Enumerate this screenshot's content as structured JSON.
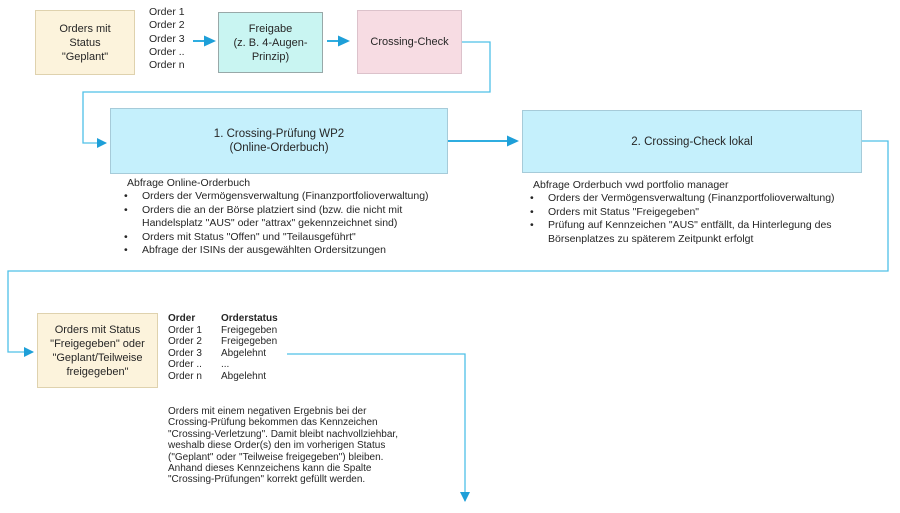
{
  "colors": {
    "accent_cyan_line": "#4FC0E8",
    "accent_cyan_arrow": "#1E9FD8",
    "box_beige_fill": "#FCF3DC",
    "box_cyan_fill": "#C9F5F2",
    "box_pink_fill": "#F7DCE3",
    "box_blue_fill": "#C5F0FC",
    "text": "#262626"
  },
  "top_row": {
    "planned_box": "Orders mit\nStatus\n\"Geplant\"",
    "order_list": "Order 1\nOrder 2\nOrder 3\nOrder ..\nOrder n",
    "approval_box": "Freigabe\n(z. B. 4-Augen-\nPrinzip)",
    "crossing_check_box": "Crossing-Check"
  },
  "stage1": {
    "title": "1. Crossing-Prüfung WP2\n(Online-Orderbuch)",
    "detail_heading": "Abfrage Online-Orderbuch",
    "bullets": [
      "Orders der Vermögensverwaltung (Finanzportfolioverwaltung)",
      "Orders die an der Börse platziert sind (bzw. die nicht mit\nHandelsplatz \"AUS\" oder \"attrax\" gekennzeichnet sind)",
      "Orders mit Status \"Offen\" und \"Teilausgeführt\"",
      "Abfrage der ISINs der ausgewählten Ordersitzungen"
    ]
  },
  "stage2": {
    "title": "2. Crossing-Check lokal",
    "detail_heading": "Abfrage Orderbuch vwd portfolio manager",
    "bullets": [
      "Orders der Vermögensverwaltung (Finanzportfolioverwaltung)",
      "Orders mit Status \"Freigegeben\"",
      "Prüfung auf Kennzeichen \"AUS\" entfällt, da Hinterlegung des\nBörsenplatzes zu späterem Zeitpunkt erfolgt"
    ]
  },
  "result": {
    "status_box": "Orders mit Status\n\"Freigegeben\" oder\n\"Geplant/Teilweise\nfreigegeben\"",
    "table": {
      "headers": [
        "Order",
        "Orderstatus"
      ],
      "rows": [
        [
          "Order 1",
          "Freigegeben"
        ],
        [
          "Order 2",
          "Freigegeben"
        ],
        [
          "Order 3",
          "Abgelehnt"
        ],
        [
          "Order ..",
          "..."
        ],
        [
          "Order n",
          "Abgelehnt"
        ]
      ]
    },
    "note": "Orders mit einem negativen Ergebnis bei der\nCrossing-Prüfung bekommen das Kennzeichen\n\"Crossing-Verletzung\". Damit bleibt nachvollziehbar,\nweshalb diese Order(s) den im vorherigen Status\n(\"Geplant\" oder \"Teilweise freigegeben\") bleiben.\nAnhand dieses Kennzeichens kann die Spalte\n\"Crossing-Prüfungen\" korrekt gefüllt werden."
  }
}
